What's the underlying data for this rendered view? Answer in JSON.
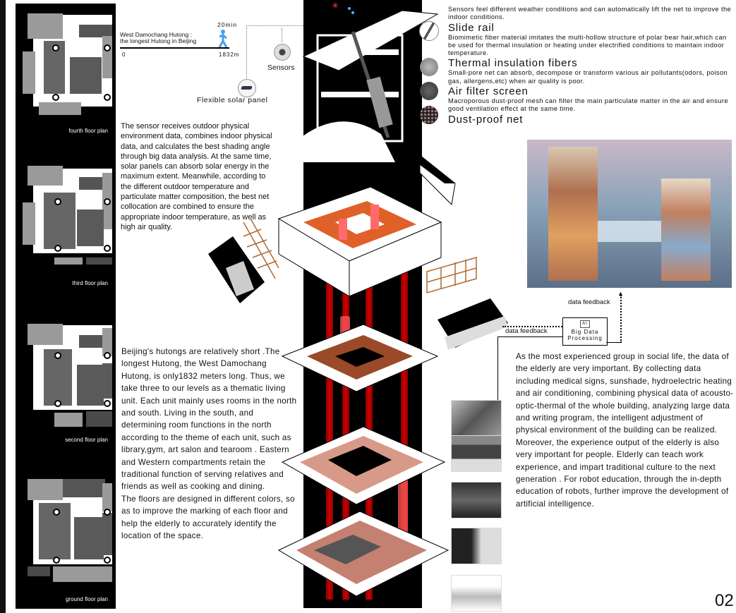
{
  "floor_plans": [
    {
      "label": "fourth floor plan"
    },
    {
      "label": "third floor plan"
    },
    {
      "label": "second floor plan"
    },
    {
      "label": "ground floor plan"
    }
  ],
  "hutong_scale": {
    "caption_line1": "West Damochang Hutong :",
    "caption_line2": "the longest Hutong in Beijing",
    "time_label": "20min",
    "start_label": "0",
    "end_label": "1832m",
    "walker_icon_color": "#4a9ee8"
  },
  "callouts": {
    "sensors": "Sensors",
    "flexible_solar_panel": "Flexible solar panel",
    "data_feedback_top": "data feedback",
    "data_feedback_mid": "data feedback",
    "big_data_line1": "Big Data",
    "big_data_line2": "Processing",
    "ai_chip": "AI"
  },
  "features": [
    {
      "desc": "Sensors feel different weather conditions and can automatically lift the net to improve the indoor conditions.",
      "title": "Slide rail"
    },
    {
      "desc": "Biomimetic fiber material imitates the multi-hollow structure of polar bear hair,which can be used for thermal insulation or heating under electrified conditions to maintain indoor temperature.",
      "title": "Thermal insulation fibers"
    },
    {
      "desc": "Small-pore net can absorb, decompose or transform various air pollutants(odors, poison gas, allergens,etc) when air quality is poor.",
      "title": "Air filter screen"
    },
    {
      "desc": "Macroporous dust-proof mesh can filter the main particulate matter in the air and ensure good ventilation effect at the same time.",
      "title": "Dust-proof net"
    }
  ],
  "paragraphs": {
    "sensor": "The sensor receives outdoor physical environment data, combines indoor physical data, and calculates the best shading angle through big data analysis. At the same time, solar panels can absorb solar energy in the maximum extent. Meanwhile, according to the different outdoor temperature and particulate matter composition, the best net collocation are combined to ensure the appropriate indoor temperature, as well as high air quality.",
    "hutong": "Beijing's hutongs are relatively short .The longest Hutong, the West Damochang Hutong, is only1832 meters long. Thus, we take three to our levels as a thematic living unit. Each unit mainly uses rooms in the north and south. Living in the south, and determining room functions in the north according to the theme of each unit, such as library,gym, art salon and tearoom . Eastern and Western compartments retain the traditional function of serving relatives and friends as well as cooking and dining.",
    "floors": "The floors are designed in different colors, so as to improve the marking of each floor and help the elderly to accurately identify the location of the space.",
    "elderly_data": "As the most experienced group in social life, the data of the elderly are very important. By collecting data including medical signs, sunshade, hydroelectric heating and air conditioning, combining physical data of acousto-optic-thermal of the whole building, analyzing large data and writing program, the intelligent adjustment of physical environment of the building can be realized.",
    "experience_output": "Moreover, the experience output of the elderly is also very important for people. Elderly can teach work experience, and impart traditional culture to the next generation . For robot education, through the in-depth education of robots, further improve the development of artificial intelligence."
  },
  "photos": [
    {
      "alt": "elderly man with phone"
    },
    {
      "alt": "tai chi practice"
    },
    {
      "alt": "peking opera performer"
    },
    {
      "alt": "calligraphy master"
    },
    {
      "alt": "two elders drinking tea"
    }
  ],
  "rendering": {
    "alt": "aerial rendering of two vertical hutong towers"
  },
  "page_number": "02",
  "colors": {
    "tower_black": "#000000",
    "column_red": "#c00000",
    "floor_orange": "#e0602a",
    "floor_brown": "#9a4a28",
    "floor_pink": "#d89a88",
    "screen_brown": "#b06a30"
  }
}
